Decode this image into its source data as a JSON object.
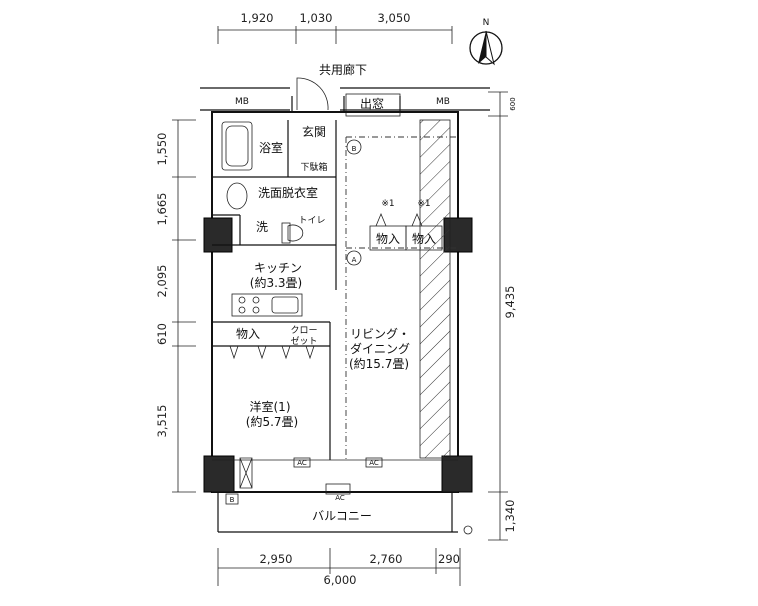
{
  "top_dimensions": [
    "1,920",
    "1,030",
    "3,050"
  ],
  "corridor_label": "共用廊下",
  "north_label": "N",
  "mb_label": "MB",
  "window_label": "出窓",
  "right_top_dim": "600",
  "left_dimensions": [
    "1,550",
    "1,665",
    "2,095",
    "610",
    "3,515"
  ],
  "right_dimensions": [
    "9,435",
    "1,340"
  ],
  "rooms": {
    "bath": "浴室",
    "entrance": "玄関",
    "shoe_box": "下駄箱",
    "washroom": "洗面脱衣室",
    "washer": "洗",
    "toilet": "トイレ",
    "kitchen": "キッチン",
    "kitchen_size": "(約3.3畳)",
    "storage": "物入",
    "closet_line1": "クロー",
    "closet_line2": "ゼット",
    "western": "洋室(1)",
    "western_size": "(約5.7畳)",
    "living_line1": "リビング・",
    "living_line2": "ダイニング",
    "living_size": "(約15.7畳)",
    "balcony": "バルコニー"
  },
  "marks": {
    "b_circle": "B",
    "a_circle": "A",
    "note_mark": "※1",
    "ac": "AC",
    "b_box": "B"
  },
  "bottom_dimensions": [
    "2,950",
    "2,760",
    "290"
  ],
  "total_width": "6,000"
}
